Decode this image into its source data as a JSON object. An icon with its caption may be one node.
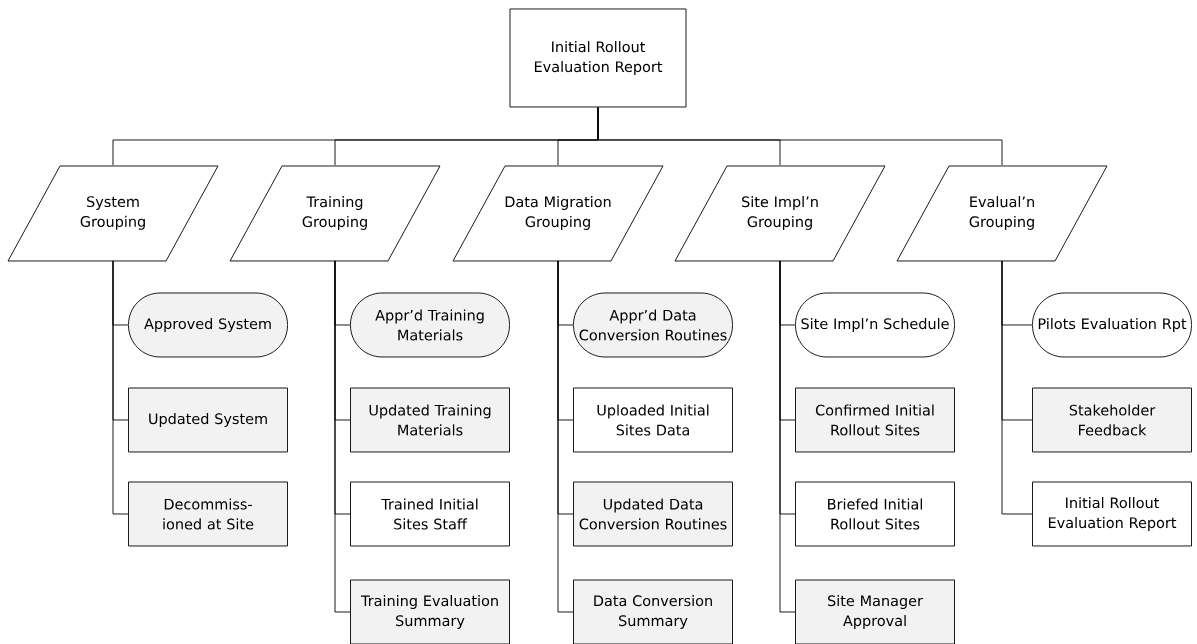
{
  "diagram": {
    "nodes": [
      {
        "text": [
          "Initial Rollout Evaluation Report"
        ]
      },
      {
        "text": [
          "System Grouping"
        ]
      },
      {
        "text": [
          "Training Grouping"
        ]
      },
      {
        "text": [
          "Data Migration Grouping"
        ]
      },
      {
        "text": [
          "Site Impl’n Grouping"
        ]
      },
      {
        "text": [
          "Evalual’n Grouping"
        ]
      },
      {
        "text": [
          "Approved System"
        ]
      },
      {
        "text": [
          "Updated System"
        ]
      },
      {
        "text": [
          "Decommiss- ioned at Site"
        ]
      },
      {
        "text": [
          "Appr’d Training Materials"
        ]
      },
      {
        "text": [
          "Updated Training Materials"
        ]
      },
      {
        "text": [
          "Trained Initial Sites Staff"
        ]
      },
      {
        "text": [
          "Training Evaluation Summary"
        ]
      },
      {
        "text": [
          "Appr’d Data Conversion Routines"
        ]
      },
      {
        "text": [
          "Uploaded Initial Sites Data"
        ]
      },
      {
        "text": [
          "Updated Data Conversion Routines"
        ]
      },
      {
        "text": [
          "Data Conversion Summary"
        ]
      },
      {
        "text": [
          "Site Impl’n Schedule"
        ]
      },
      {
        "text": [
          "Confirmed Initial Rollout Sites"
        ]
      },
      {
        "text": [
          "Briefed Initial Rollout Sites"
        ]
      },
      {
        "text": [
          "Site Manager Approval"
        ]
      },
      {
        "text": [
          "Pilots Evaluation Rpt"
        ]
      },
      {
        "text": [
          "Stakeholder Feedback"
        ]
      },
      {
        "text": [
          "Initial Rollout Evaluation Report"
        ]
      }
    ],
    "edges": [
      {
        "from": 0,
        "to": 1,
        "arrow": "none"
      },
      {
        "from": 0,
        "to": 2,
        "arrow": "none"
      },
      {
        "from": 0,
        "to": 3,
        "arrow": "none"
      },
      {
        "from": 0,
        "to": 4,
        "arrow": "none"
      },
      {
        "from": 0,
        "to": 5,
        "arrow": "none"
      },
      {
        "from": 1,
        "to": 6,
        "arrow": "none"
      },
      {
        "from": 1,
        "to": 7,
        "arrow": "none"
      },
      {
        "from": 1,
        "to": 8,
        "arrow": "none"
      },
      {
        "from": 2,
        "to": 9,
        "arrow": "none"
      },
      {
        "from": 2,
        "to": 10,
        "arrow": "none"
      },
      {
        "from": 2,
        "to": 11,
        "arrow": "none"
      },
      {
        "from": 2,
        "to": 12,
        "arrow": "none"
      },
      {
        "from": 3,
        "to": 13,
        "arrow": "none"
      },
      {
        "from": 3,
        "to": 14,
        "arrow": "none"
      },
      {
        "from": 3,
        "to": 15,
        "arrow": "none"
      },
      {
        "from": 3,
        "to": 16,
        "arrow": "none"
      },
      {
        "from": 4,
        "to": 17,
        "arrow": "none"
      },
      {
        "from": 4,
        "to": 18,
        "arrow": "none"
      },
      {
        "from": 4,
        "to": 19,
        "arrow": "none"
      },
      {
        "from": 4,
        "to": 20,
        "arrow": "none"
      },
      {
        "from": 5,
        "to": 21,
        "arrow": "none"
      },
      {
        "from": 5,
        "to": 22,
        "arrow": "none"
      },
      {
        "from": 5,
        "to": 23,
        "arrow": "none"
      }
    ]
  }
}
